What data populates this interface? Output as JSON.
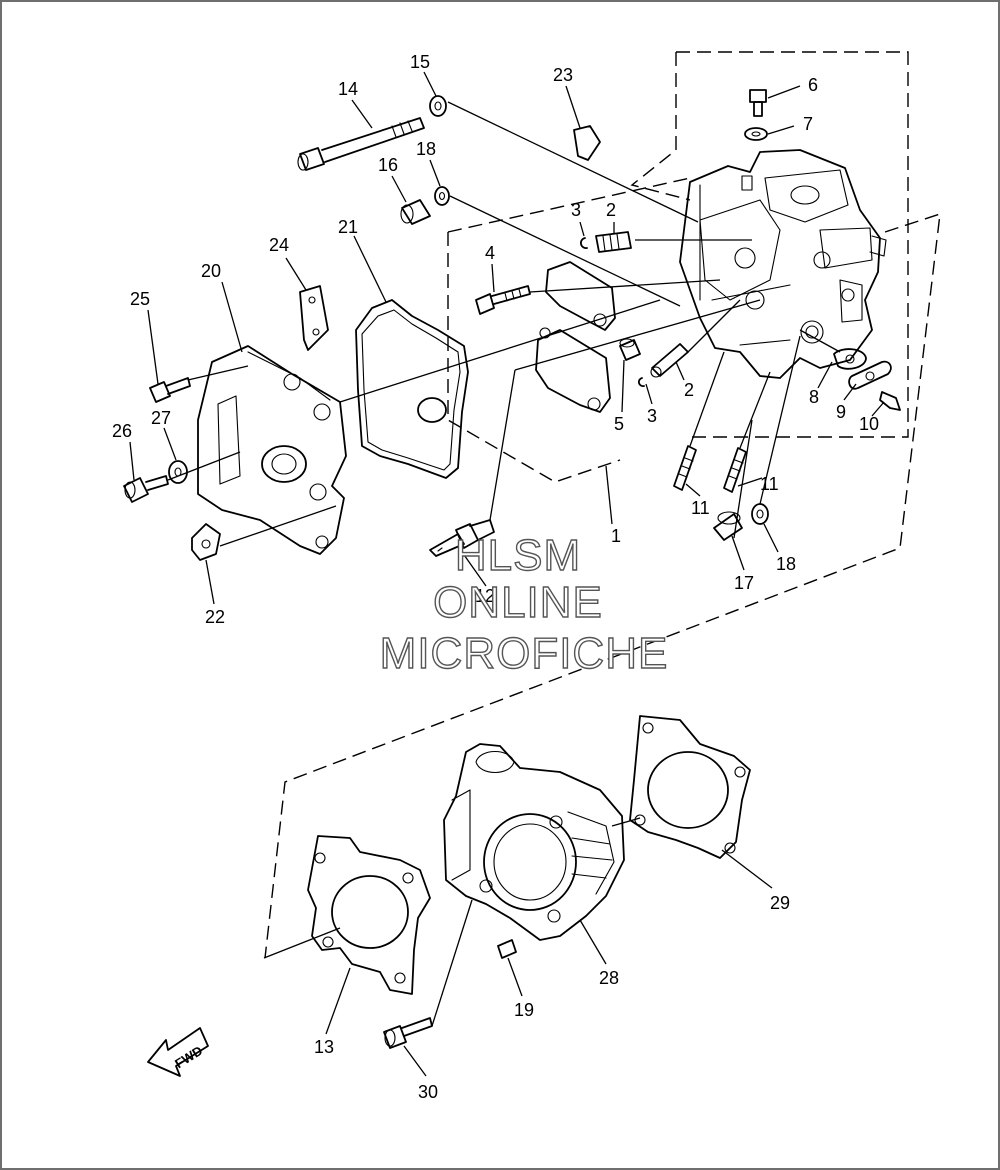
{
  "watermark": {
    "line1": "HLSM",
    "line2": "ONLINE",
    "line3": "MICROFICHE"
  },
  "direction_label": "FWD",
  "callouts": [
    {
      "id": "c1",
      "label": "1"
    },
    {
      "id": "c2a",
      "label": "2"
    },
    {
      "id": "c2b",
      "label": "2"
    },
    {
      "id": "c3a",
      "label": "3"
    },
    {
      "id": "c3b",
      "label": "3"
    },
    {
      "id": "c4",
      "label": "4"
    },
    {
      "id": "c5",
      "label": "5"
    },
    {
      "id": "c6",
      "label": "6"
    },
    {
      "id": "c7",
      "label": "7"
    },
    {
      "id": "c8",
      "label": "8"
    },
    {
      "id": "c9",
      "label": "9"
    },
    {
      "id": "c10",
      "label": "10"
    },
    {
      "id": "c11a",
      "label": "11"
    },
    {
      "id": "c11b",
      "label": "11"
    },
    {
      "id": "c12",
      "label": "12"
    },
    {
      "id": "c13",
      "label": "13"
    },
    {
      "id": "c14",
      "label": "14"
    },
    {
      "id": "c15",
      "label": "15"
    },
    {
      "id": "c16",
      "label": "16"
    },
    {
      "id": "c17",
      "label": "17"
    },
    {
      "id": "c18a",
      "label": "18"
    },
    {
      "id": "c18b",
      "label": "18"
    },
    {
      "id": "c19",
      "label": "19"
    },
    {
      "id": "c20",
      "label": "20"
    },
    {
      "id": "c21",
      "label": "21"
    },
    {
      "id": "c22",
      "label": "22"
    },
    {
      "id": "c23",
      "label": "23"
    },
    {
      "id": "c24",
      "label": "24"
    },
    {
      "id": "c25",
      "label": "25"
    },
    {
      "id": "c26",
      "label": "26"
    },
    {
      "id": "c27",
      "label": "27"
    },
    {
      "id": "c28",
      "label": "28"
    },
    {
      "id": "c29",
      "label": "29"
    },
    {
      "id": "c30",
      "label": "30"
    }
  ]
}
